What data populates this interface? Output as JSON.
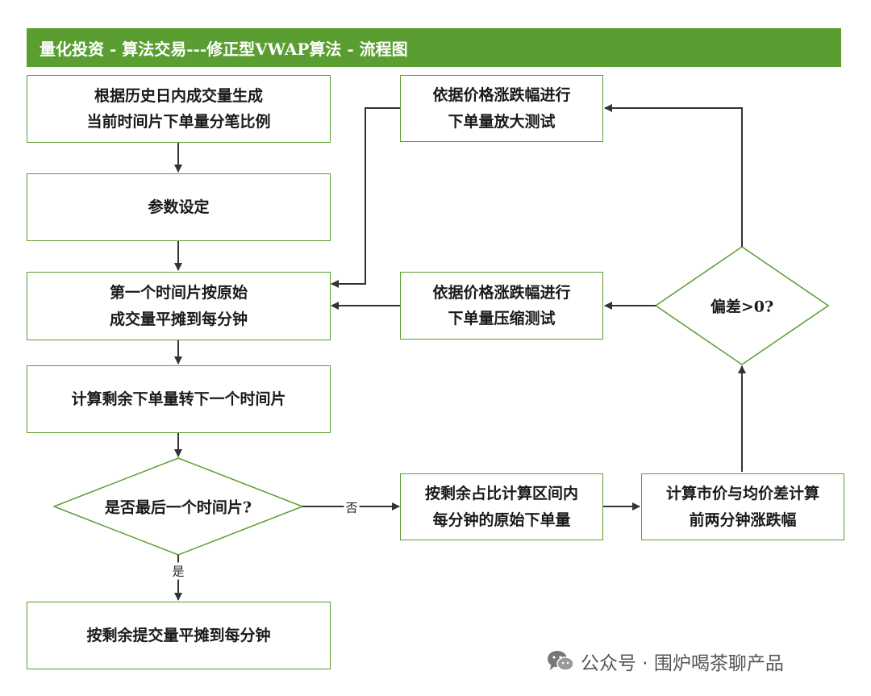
{
  "header": {
    "title": "量化投资 - 算法交易---修正型VWAP算法 - 流程图"
  },
  "nodes": {
    "n1": {
      "lines": [
        "根据历史日内成交量生成",
        "当前时间片下单量分笔比例"
      ]
    },
    "n2": {
      "lines": [
        "参数设定"
      ]
    },
    "n3": {
      "lines": [
        "第一个时间片按原始",
        "成交量平摊到每分钟"
      ]
    },
    "n4": {
      "lines": [
        "计算剩余下单量转下一个时间片"
      ]
    },
    "d1": {
      "text": "是否最后一个时间片?"
    },
    "n5": {
      "lines": [
        "按剩余提交量平摊到每分钟"
      ]
    },
    "n6": {
      "lines": [
        "按剩余占比计算区间内",
        "每分钟的原始下单量"
      ]
    },
    "n7": {
      "lines": [
        "计算市价与均价差计算",
        "前两分钟涨跌幅"
      ]
    },
    "d2": {
      "text": "偏差>0?"
    },
    "n8": {
      "lines": [
        "依据价格涨跌幅进行",
        "下单量压缩测试"
      ]
    },
    "n9": {
      "lines": [
        "依据价格涨跌幅进行",
        "下单量放大测试"
      ]
    }
  },
  "edge_labels": {
    "no": "否",
    "yes": "是"
  },
  "watermark": {
    "text": "公众号 · 围炉喝茶聊产品",
    "icon": "wechat-icon"
  },
  "colors": {
    "accent": "#5a9e32",
    "line": "#333333"
  }
}
